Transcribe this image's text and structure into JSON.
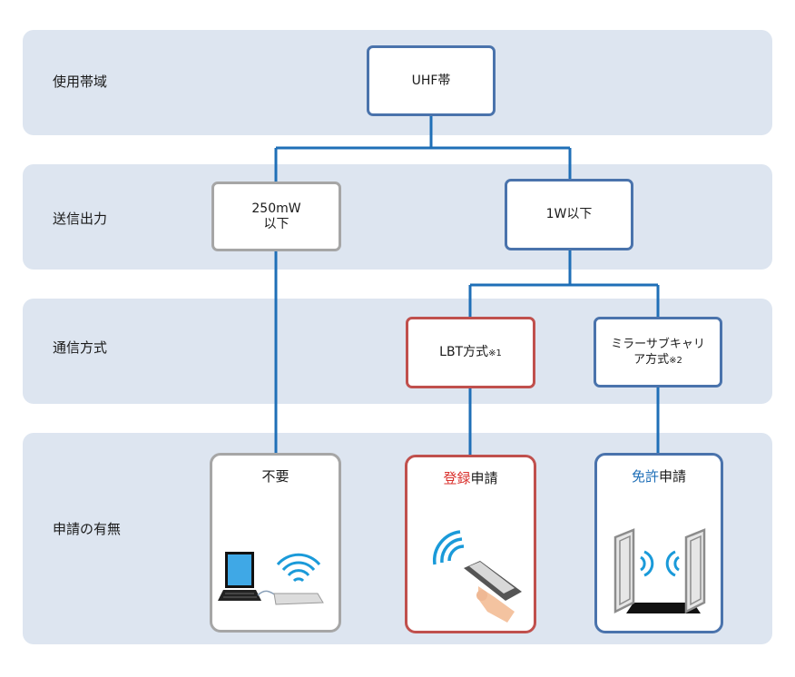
{
  "rows": {
    "band": "使用帯域",
    "power": "送信出力",
    "method": "通信方式",
    "application": "申請の有無"
  },
  "nodes": {
    "uhf": "UHF帯",
    "low_power_line1": "250mW",
    "low_power_line2": "以下",
    "high_power": "1W以下",
    "lbt": "LBT方式",
    "lbt_note": "※1",
    "mirror_line1": "ミラーサブキャリ",
    "mirror_line2": "ア方式",
    "mirror_note": "※2"
  },
  "cards": {
    "none": "不要",
    "registration_accent": "登録",
    "registration_rest": "申請",
    "license_accent": "免許",
    "license_rest": "申請"
  },
  "colors": {
    "band_bg": "#dde5f0",
    "connector": "#1f6fb7",
    "blue_border": "#4a73ac",
    "gray_border": "#a6a6a6",
    "red_border": "#c0504d"
  },
  "icons": {
    "none_card": "laptop-with-reader-icon",
    "registration_card": "handheld-reader-icon",
    "license_card": "gate-antenna-icon"
  }
}
